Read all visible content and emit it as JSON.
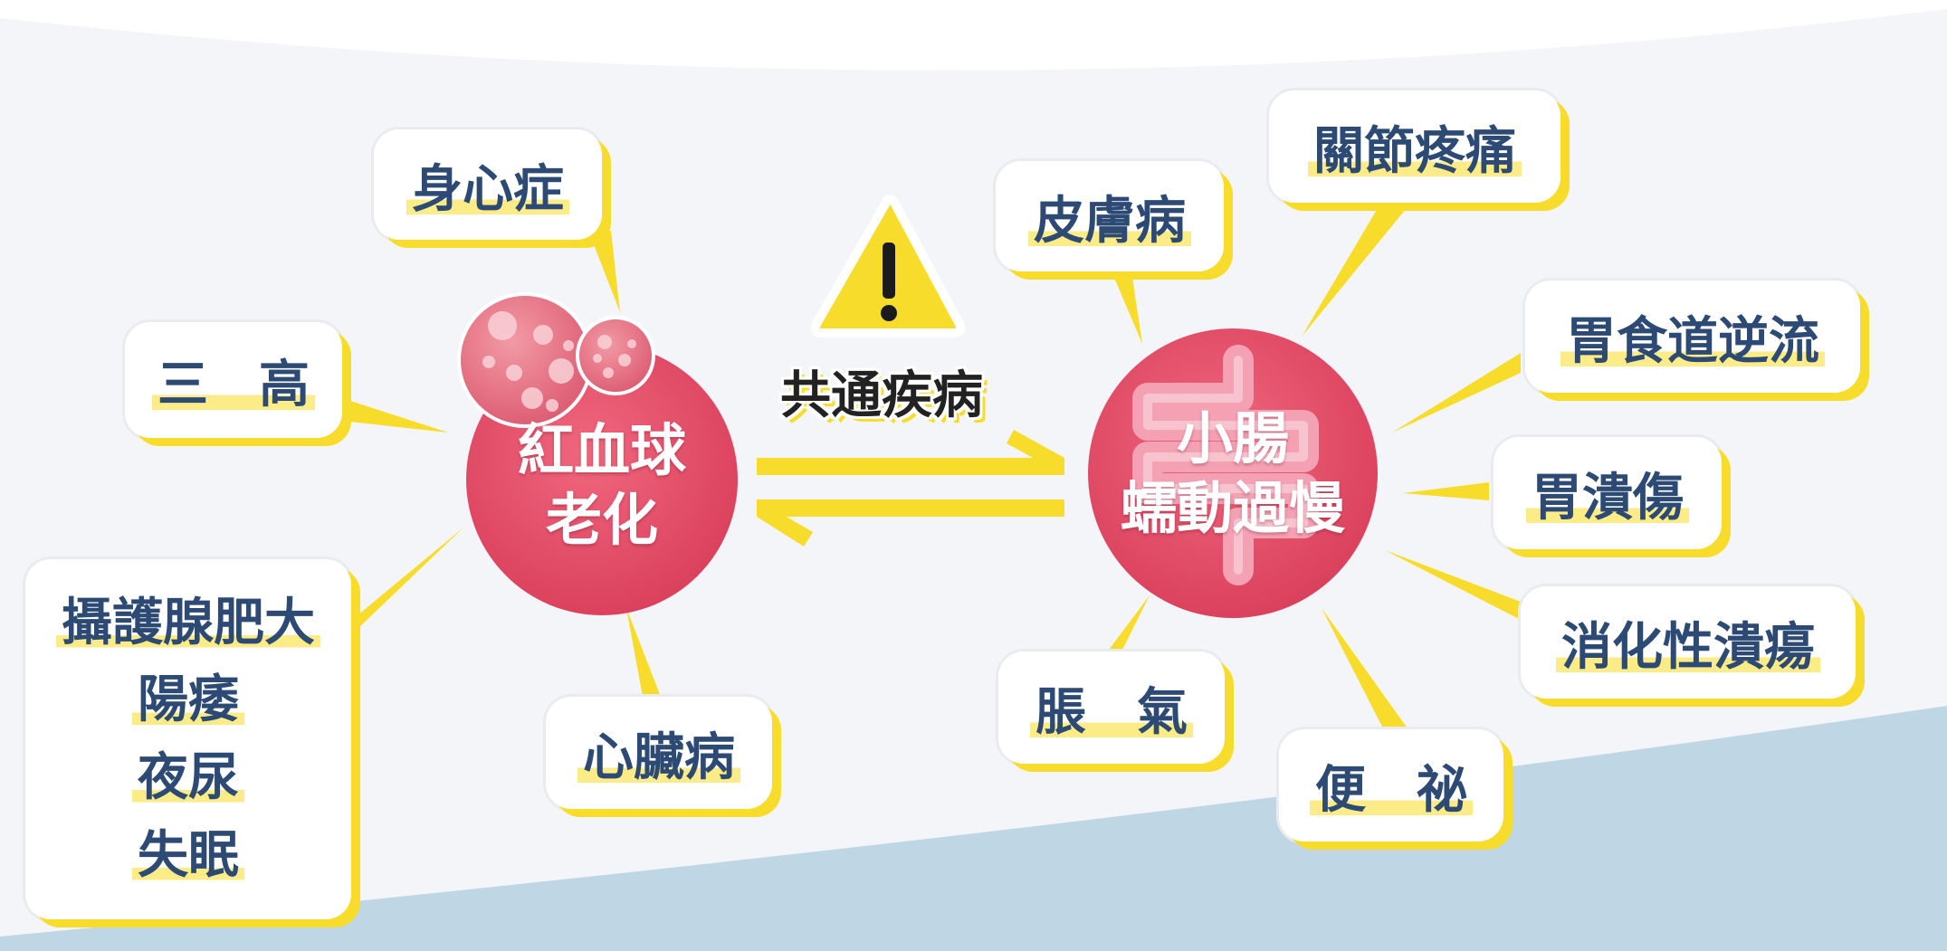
{
  "center_label": "共通疾病",
  "left_hub": {
    "lines": [
      "紅血球",
      "老化"
    ]
  },
  "right_hub": {
    "lines": [
      "小腸",
      "蠕動過慢"
    ]
  },
  "left_nodes": {
    "psychosomatic": "身心症",
    "three_highs": "三　高",
    "heart": "心臟病",
    "prostate_group": [
      "攝護腺肥大",
      "陽痿",
      "夜尿",
      "失眠"
    ]
  },
  "right_nodes": {
    "skin": "皮膚病",
    "joint": "關節疼痛",
    "gerd": "胃食道逆流",
    "gastric_ulcer": "胃潰傷",
    "peptic_ulcer": "消化性潰瘍",
    "constipation": "便　祕",
    "bloating": "脹　氣"
  },
  "colors": {
    "hub_red": "#e9506a",
    "accent_yellow": "#f7dc2c",
    "text_navy": "#2c4a74",
    "water_blue": "#bfd6e5"
  }
}
